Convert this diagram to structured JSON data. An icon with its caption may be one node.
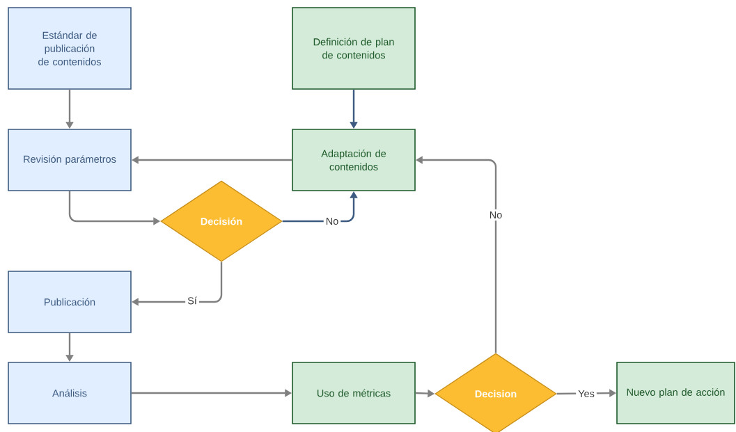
{
  "diagram": {
    "nodes": [
      {
        "text": [
          "Estándar de publicación de contenidos"
        ]
      },
      {
        "text": [
          "Definición de plan de contenidos"
        ]
      },
      {
        "text": [
          "Revisión parámetros"
        ]
      },
      {
        "text": [
          "Adaptación de contenidos"
        ]
      },
      {
        "text": [
          "Decisión"
        ]
      },
      {
        "text": [
          "Publicación"
        ]
      },
      {
        "text": [
          "Análisis"
        ]
      },
      {
        "text": [
          "Uso de métricas"
        ]
      },
      {
        "text": [
          "Decision"
        ]
      },
      {
        "text": [
          "Nuevo plan de acción"
        ]
      }
    ],
    "edges": [
      {
        "from": 0,
        "to": 2,
        "arrow": "to"
      },
      {
        "from": 1,
        "to": 3,
        "arrow": "to",
        "color": "#3d5a80"
      },
      {
        "from": 3,
        "to": 2,
        "arrow": "to"
      },
      {
        "from": 2,
        "to": 4,
        "arrow": "to"
      },
      {
        "from": 4,
        "to": 3,
        "arrow": "to",
        "label": "No",
        "color": "#3d5a80"
      },
      {
        "from": 4,
        "to": 5,
        "arrow": "to",
        "label": "Sí"
      },
      {
        "from": 5,
        "to": 6,
        "arrow": "to"
      },
      {
        "from": 6,
        "to": 7,
        "arrow": "to"
      },
      {
        "from": 7,
        "to": 8,
        "arrow": "to"
      },
      {
        "from": 8,
        "to": 3,
        "arrow": "to",
        "label": "No"
      },
      {
        "from": 8,
        "to": 9,
        "arrow": "to",
        "label": "Yes"
      }
    ]
  }
}
